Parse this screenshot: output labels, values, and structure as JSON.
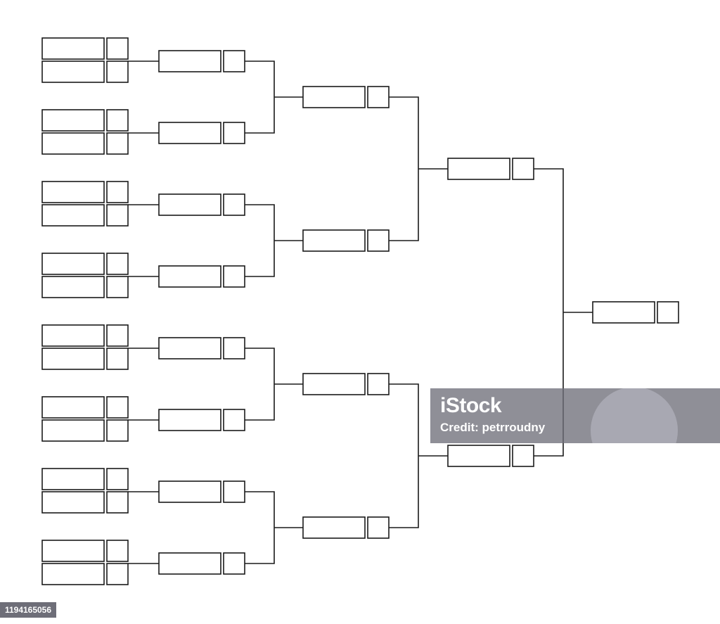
{
  "bracket": {
    "rounds": [
      {
        "name": "",
        "entries": 16
      },
      {
        "name": "",
        "entries": 8
      },
      {
        "name": "",
        "entries": 4
      },
      {
        "name": "",
        "entries": 2
      },
      {
        "name": "",
        "entries": 1
      }
    ]
  },
  "watermark": {
    "logo": "iStock",
    "credit": "Credit: petrroudny"
  },
  "stock_id": "1194165056",
  "colors": {
    "line": "#1a1a1a",
    "background": "#ffffff",
    "watermark": "#70707a"
  }
}
